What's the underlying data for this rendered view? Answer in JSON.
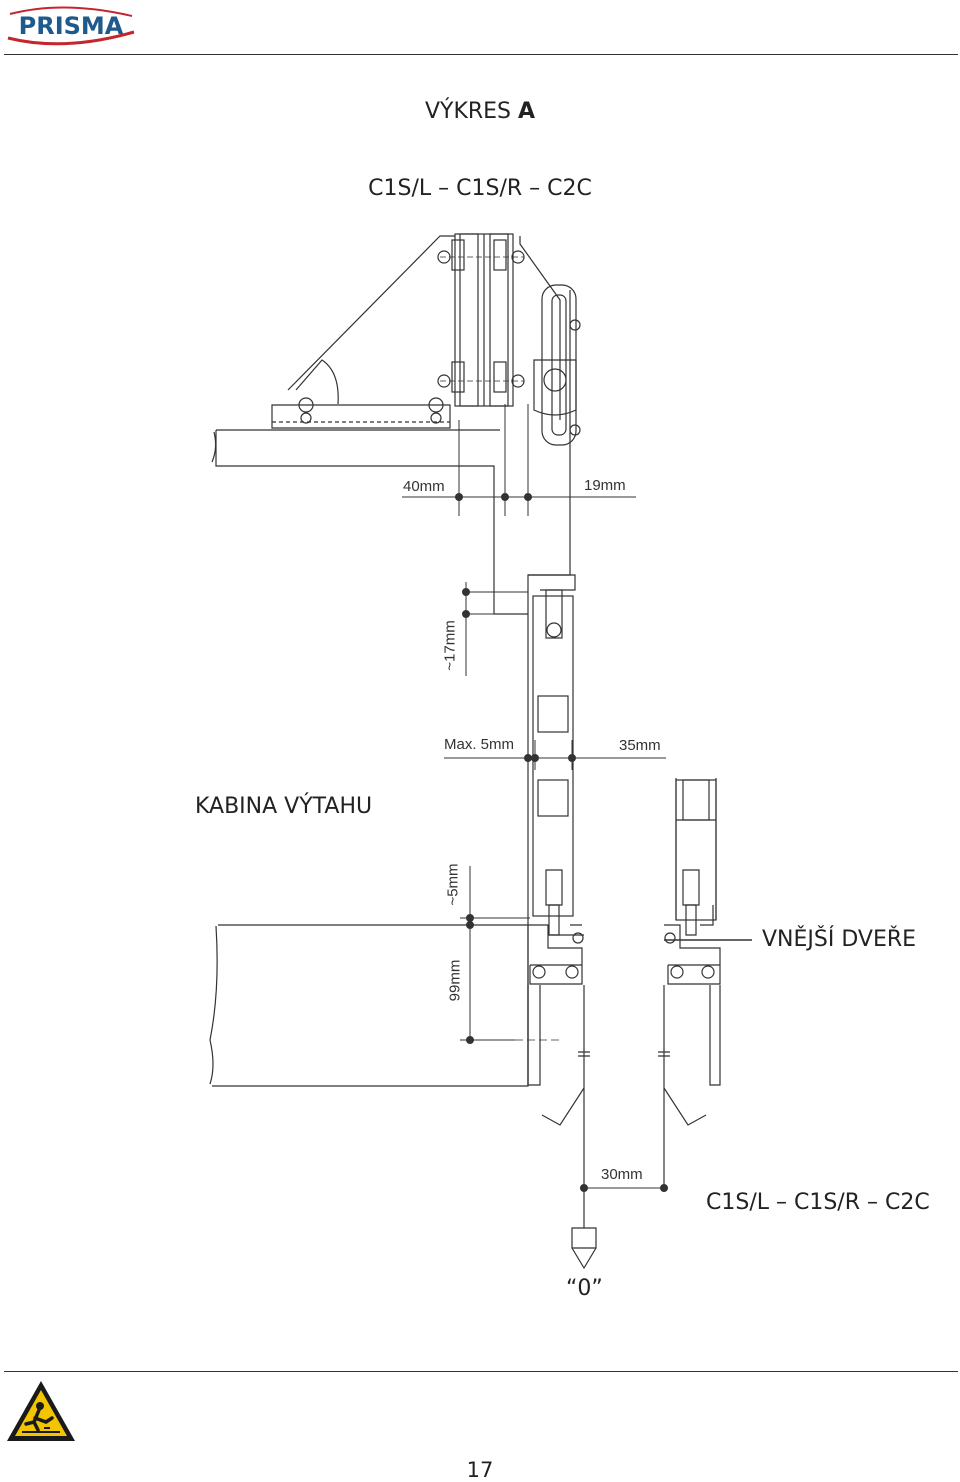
{
  "header": {
    "logo_text": "PRISMA"
  },
  "drawing": {
    "title_prefix": "VÝKRES ",
    "title_letter": "A",
    "subtitle": "C1S/L – C1S/R – C2C",
    "dimensions": {
      "d40": "40mm",
      "d19": "19mm",
      "d17": "~17mm",
      "max5": "Max. 5mm",
      "d35": "35mm",
      "d5": "~5mm",
      "d99": "99mm",
      "d30": "30mm"
    },
    "labels": {
      "cabin": "KABINA VÝTAHU",
      "outer_door": "VNĚJŠÍ DVEŘE",
      "models": "C1S/L – C1S/R – C2C",
      "zero": "“0”"
    }
  },
  "footer": {
    "warning_icon": "slip-hazard-warning-icon",
    "page_number": "17"
  }
}
